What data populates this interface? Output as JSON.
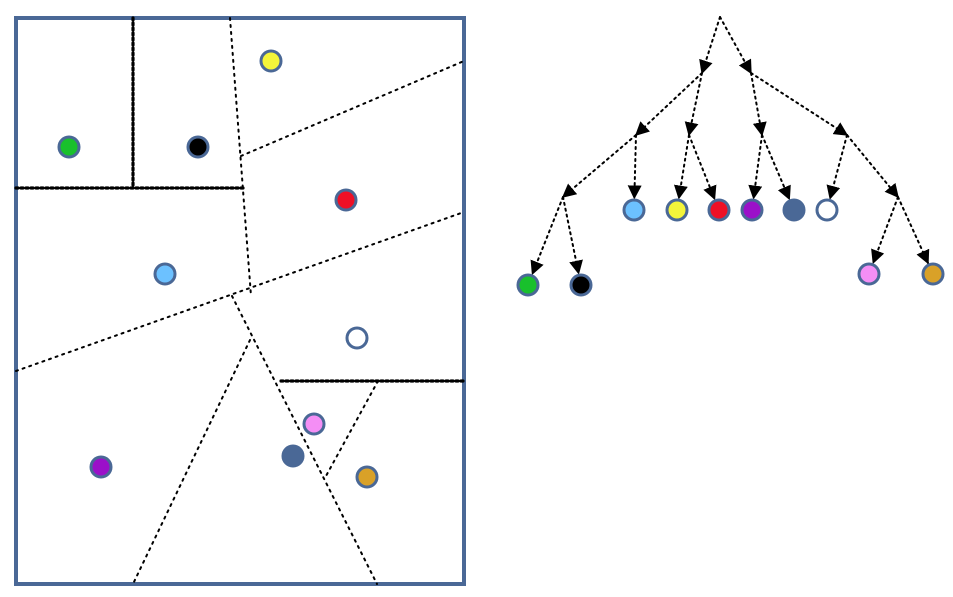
{
  "colors": {
    "frame": "#4a6896",
    "outline": "#4a6896",
    "line": "#000000",
    "background": "#ffffff"
  },
  "points": [
    {
      "id": "yellow",
      "fill": "#f4f53a"
    },
    {
      "id": "green",
      "fill": "#19c02c"
    },
    {
      "id": "black",
      "fill": "#000000"
    },
    {
      "id": "red",
      "fill": "#ee1026"
    },
    {
      "id": "lightblue",
      "fill": "#6cc1ff"
    },
    {
      "id": "white",
      "fill": "#ffffff"
    },
    {
      "id": "pink",
      "fill": "#f48ef5"
    },
    {
      "id": "purple",
      "fill": "#9b10c9"
    },
    {
      "id": "darkblue",
      "fill": "#4a6896"
    },
    {
      "id": "orange",
      "fill": "#d9a128"
    }
  ],
  "tree": {
    "root": "root",
    "nodes": [
      "root",
      "n1",
      "n2",
      "n3",
      "n4",
      "n5",
      "n6"
    ],
    "edges": [
      [
        "root",
        "n1"
      ],
      [
        "root",
        "n2"
      ],
      [
        "n1",
        "n3"
      ],
      [
        "n1",
        "n4"
      ],
      [
        "n2",
        "n5"
      ],
      [
        "n2",
        "n6"
      ],
      [
        "n3",
        "n7"
      ],
      [
        "n3",
        "lightblue"
      ],
      [
        "n7",
        "green"
      ],
      [
        "n7",
        "black"
      ],
      [
        "n4",
        "yellow"
      ],
      [
        "n4",
        "red"
      ],
      [
        "n5",
        "purple"
      ],
      [
        "n5",
        "darkblue"
      ],
      [
        "n6",
        "white"
      ],
      [
        "n6",
        "n8"
      ],
      [
        "n8",
        "pink"
      ],
      [
        "n8",
        "orange"
      ]
    ]
  }
}
